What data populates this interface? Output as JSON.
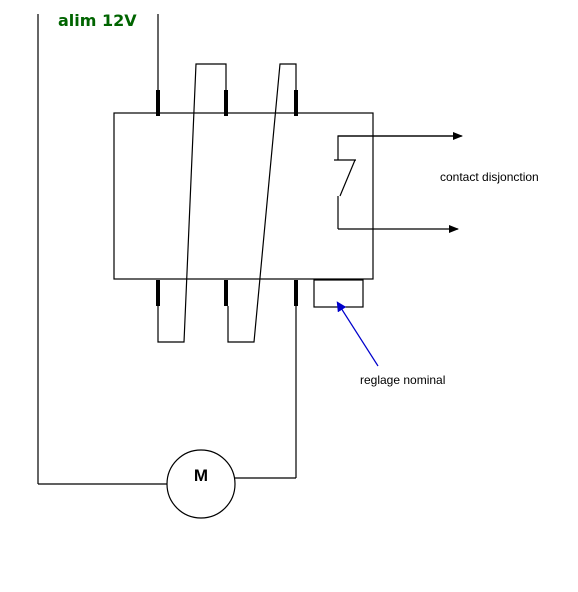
{
  "labels": {
    "power": "alim 12V",
    "contact": "contact disjonction",
    "adjust": "reglage nominal",
    "motor": "M"
  },
  "colors": {
    "power_label": "#006400",
    "adjust_arrow": "#0000cc",
    "line": "#000000"
  }
}
